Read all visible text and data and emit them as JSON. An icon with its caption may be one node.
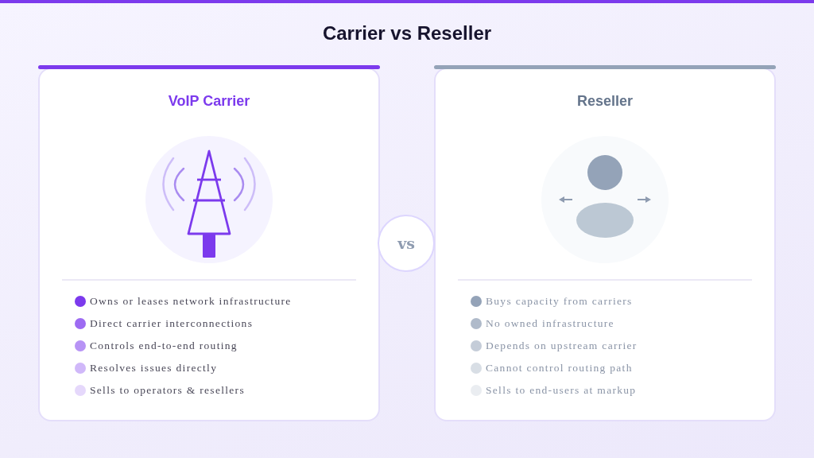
{
  "diagram": {
    "title": "Carrier vs Reseller",
    "nodes": [
      {
        "text": [
          "VoIP Carrier",
          "Owns or leases network infrastructure",
          "Direct carrier interconnections",
          "Controls end-to-end routing",
          "Resolves issues directly",
          "Sells to operators & resellers"
        ]
      },
      {
        "text": [
          "Reseller",
          "Buys capacity from carriers",
          "No owned infrastructure",
          "Depends on upstream carrier",
          "Cannot control routing path",
          "Sells to end-users at markup"
        ]
      },
      {
        "text": [
          "vs"
        ]
      }
    ]
  }
}
